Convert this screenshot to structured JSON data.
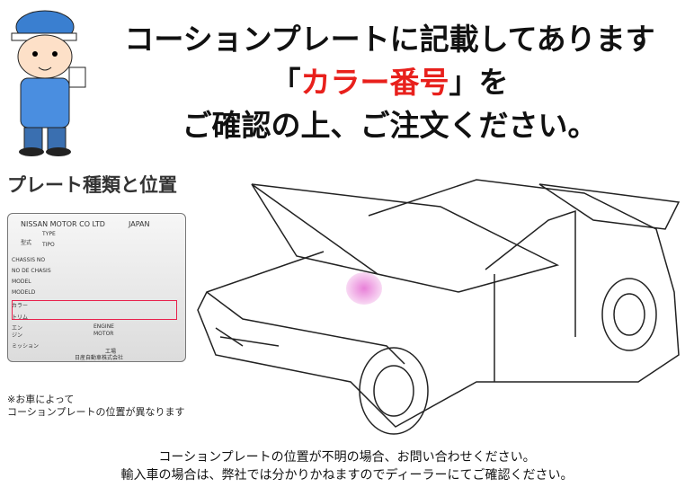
{
  "headline": {
    "line1": "コーションプレートに記載してあります",
    "line2_open": "「",
    "line2_red": "カラー番号",
    "line2_close": "」を",
    "line3": "ご確認の上、ご注文ください。"
  },
  "section_title": "プレート種類と位置",
  "plate": {
    "maker": "NISSAN MOTOR CO LTD",
    "country": "JAPAN",
    "katashiki": "型式",
    "type": "TYPE",
    "tipo": "TIPO",
    "chassis_no": "CHASSIS  NO",
    "no_de_chasis": "NO DE CHASIS",
    "model": "MODEL",
    "modeld": "MODELD",
    "color": "カラー",
    "trim": "トリム",
    "engine_jp1": "エン",
    "engine_jp2": "ジン",
    "engine": "ENGINE",
    "motor": "MOTOR",
    "mission": "ミッション",
    "factory": "工場",
    "company": "日産自動車株式会社"
  },
  "note": {
    "line1": "※お車によって",
    "line2": "コーションプレートの位置が異なります"
  },
  "footer": {
    "line1": "コーションプレートの位置が不明の場合、お問い合わせください。",
    "line2": "輸入車の場合は、弊社では分かりかねますのでディーラーにてご確認ください。"
  },
  "colors": {
    "accent": "#e8201c",
    "highlight": "#e880d8"
  }
}
